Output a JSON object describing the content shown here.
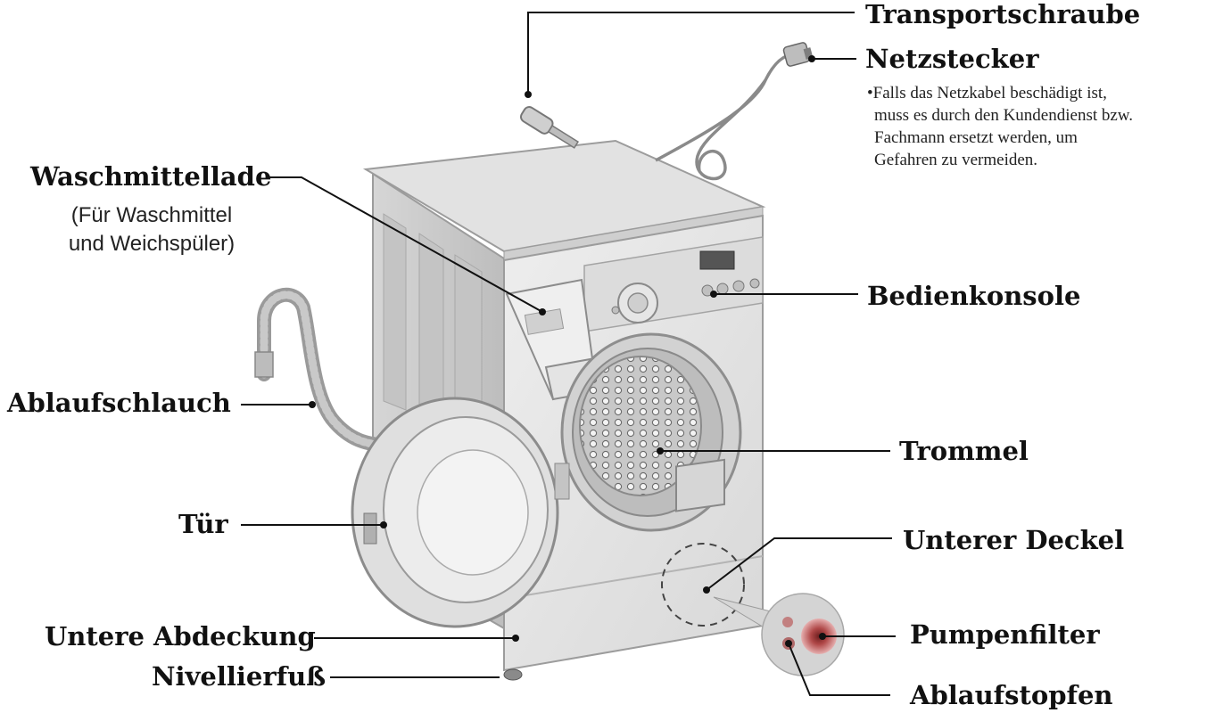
{
  "labels": {
    "transportschraube": "Transportschraube",
    "netzstecker": "Netzstecker",
    "waschmittellade": "Waschmittellade",
    "waschmittellade_sub": [
      "(Für Waschmittel",
      "und Weichspüler)"
    ],
    "bedienkonsole": "Bedienkonsole",
    "ablaufschlauch": "Ablaufschlauch",
    "trommel": "Trommel",
    "tuer": "Tür",
    "unterer_deckel": "Unterer Deckel",
    "pumpenfilter": "Pumpenfilter",
    "untere_abdeckung": "Untere Abdeckung",
    "nivellierfuss": "Nivellierfuß",
    "ablaufstopfen": "Ablaufstopfen"
  },
  "note": {
    "lines": [
      "•Falls das Netzkabel beschädigt ist,",
      "muss es durch den Kundendienst bzw.",
      "Fachmann ersetzt werden, um",
      "Gefahren zu vermeiden."
    ]
  },
  "colors": {
    "line": "#111111",
    "machine_front": "#e4e4e4",
    "machine_side": "#c9c9c9",
    "drum": "#9a9a9a",
    "filter": "#b04848"
  }
}
